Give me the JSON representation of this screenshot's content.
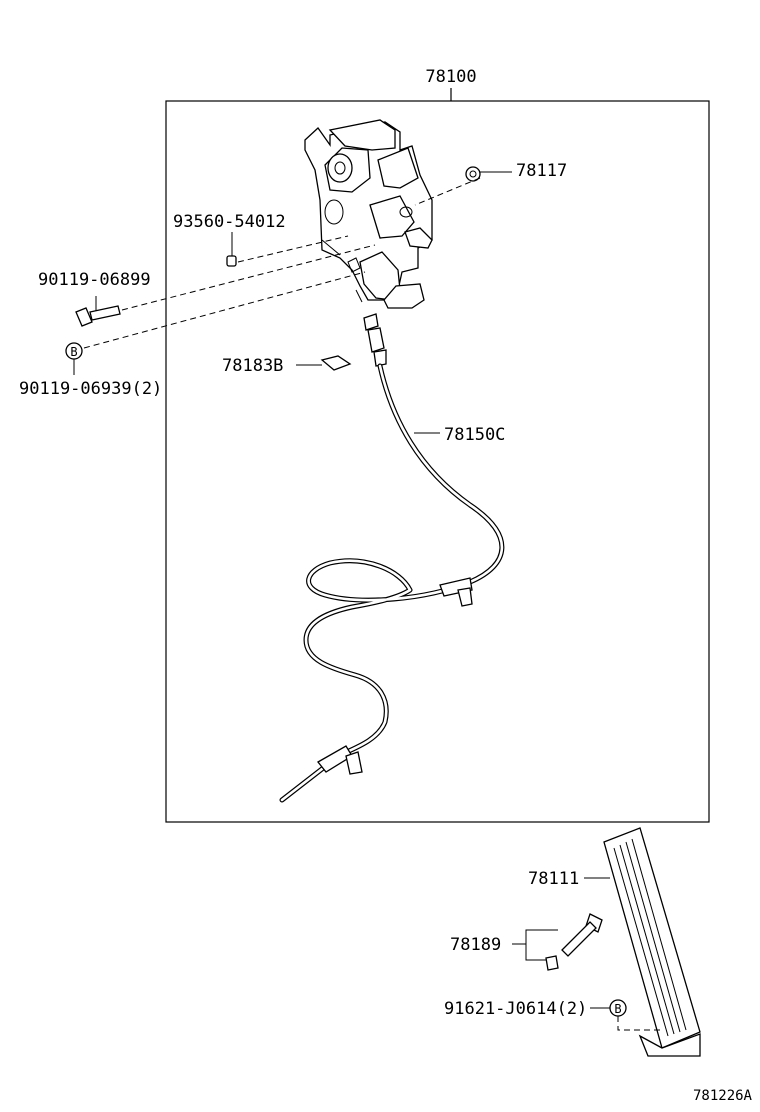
{
  "diagram": {
    "assembly_label": "78100",
    "drawing_number": "781226A",
    "callouts": {
      "p78117": "78117",
      "p93560": "93560-54012",
      "p90119a": "90119-06899",
      "p90119b": "90119-06939(2)",
      "p78183": "78183B",
      "p78150": "78150C",
      "p78111": "78111",
      "p78189": "78189",
      "p91621": "91621-J0614(2)"
    },
    "reference_marker": "B"
  }
}
